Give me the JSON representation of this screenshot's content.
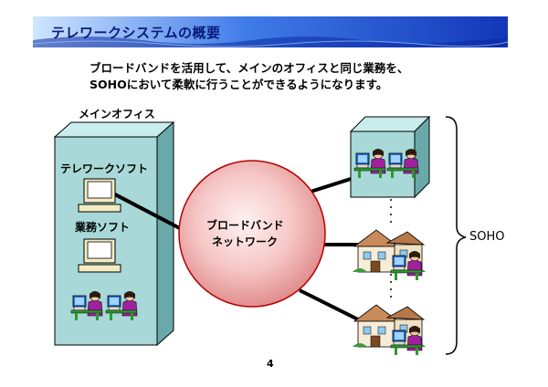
{
  "slide": {
    "title": "テレワークシステムの概要",
    "intro_lines": [
      "ブロードバンドを活用して、メインのオフィスと同じ業務を、",
      "SOHOにおいて柔軟に行うことができるようになります。"
    ],
    "main_office_label": "メインオフィス",
    "telework_soft_label": "テレワークソフト",
    "business_soft_label": "業務ソフト",
    "network_label_line1": "ブロードバンド",
    "network_label_line2": "ネットワーク",
    "soho_label": "SOHO",
    "page_number": "4"
  },
  "colors": {
    "title_bar": "#1e4fd6",
    "box_front": "#a8d8d8",
    "box_top": "#c9ecec",
    "box_side": "#6aa9a9",
    "network_ellipse": "#f2b8b8",
    "network_ellipse_edge": "#b80000"
  },
  "icons": [
    "computer-icon",
    "person-at-computer-icon",
    "house-icon"
  ]
}
